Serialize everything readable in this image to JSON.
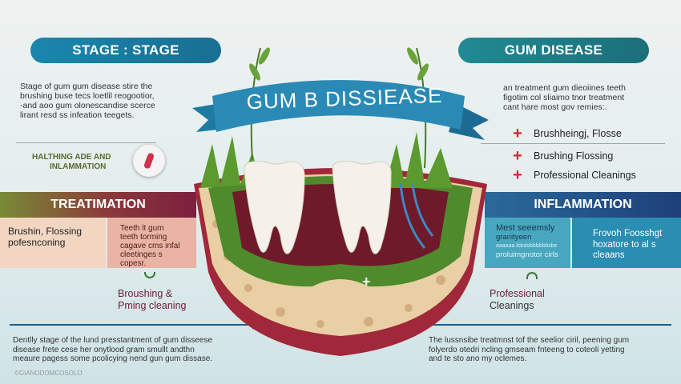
{
  "left": {
    "pill": "STAGE  :  STAGE",
    "intro": [
      "Stage of gum gum disease stire the",
      "brushing buse tecs loetlil reogootior,",
      "-and aoo gum olonescandise scerce",
      "lirant resd ss infeation teegets."
    ],
    "callout": [
      "HALTHING ADE AND",
      "INLAMMATION"
    ],
    "bar": "TREATIMATION",
    "box1": [
      "Brushin, Flossing",
      "pofesnconing"
    ],
    "box2": [
      "Teeth lt gum",
      "teeth torming",
      "cagave cms infal",
      "cleetinges s copesr."
    ],
    "sub": [
      "Broushing &",
      "Pming cleaning"
    ],
    "bottom": [
      "Dentlly stage of the lund presstantment of gum disseese",
      "disease frete cese her onytlood gram smullt andthn",
      "meaure pagess some pcolicying nend gun gum dissase."
    ],
    "watermark": "©GIANODOMCOSOLO"
  },
  "right": {
    "pill": "GUM DISEASE",
    "intro": [
      "an treatment gum dieoiines teeth",
      "figotim col sliaimo tnor treatment",
      "cant hare most gov remies:."
    ],
    "list": [
      "Brushheingj, Flosse",
      "Brushing Flossing",
      "Professional Cleanings"
    ],
    "bar": "INFLAMMATION",
    "box1": [
      "Mest seeemsly",
      "granityeen",
      "aaaaaa ibbdsbbbbbbsbe",
      "proluimgnotor cirls"
    ],
    "box2": [
      "Frovoh Foosshgt",
      "hoxatore to al s",
      "cleaans"
    ],
    "sub": [
      "Professional",
      "Cleanings"
    ],
    "bottom": [
      "The lussnsibe treatmnst tof the seelior ciril, peening gum",
      "folyerdo otedri ncling gmseam fnteeng to coteoli yetting",
      "and te sto ano my oclemes."
    ]
  },
  "center": {
    "banner": "GUM B DISSIEASE"
  },
  "colors": {
    "blue_pill": "#1b7ea3",
    "teal_pill": "#1f7e88",
    "plus": "#e0203a",
    "maroon": "#6a1f35"
  }
}
